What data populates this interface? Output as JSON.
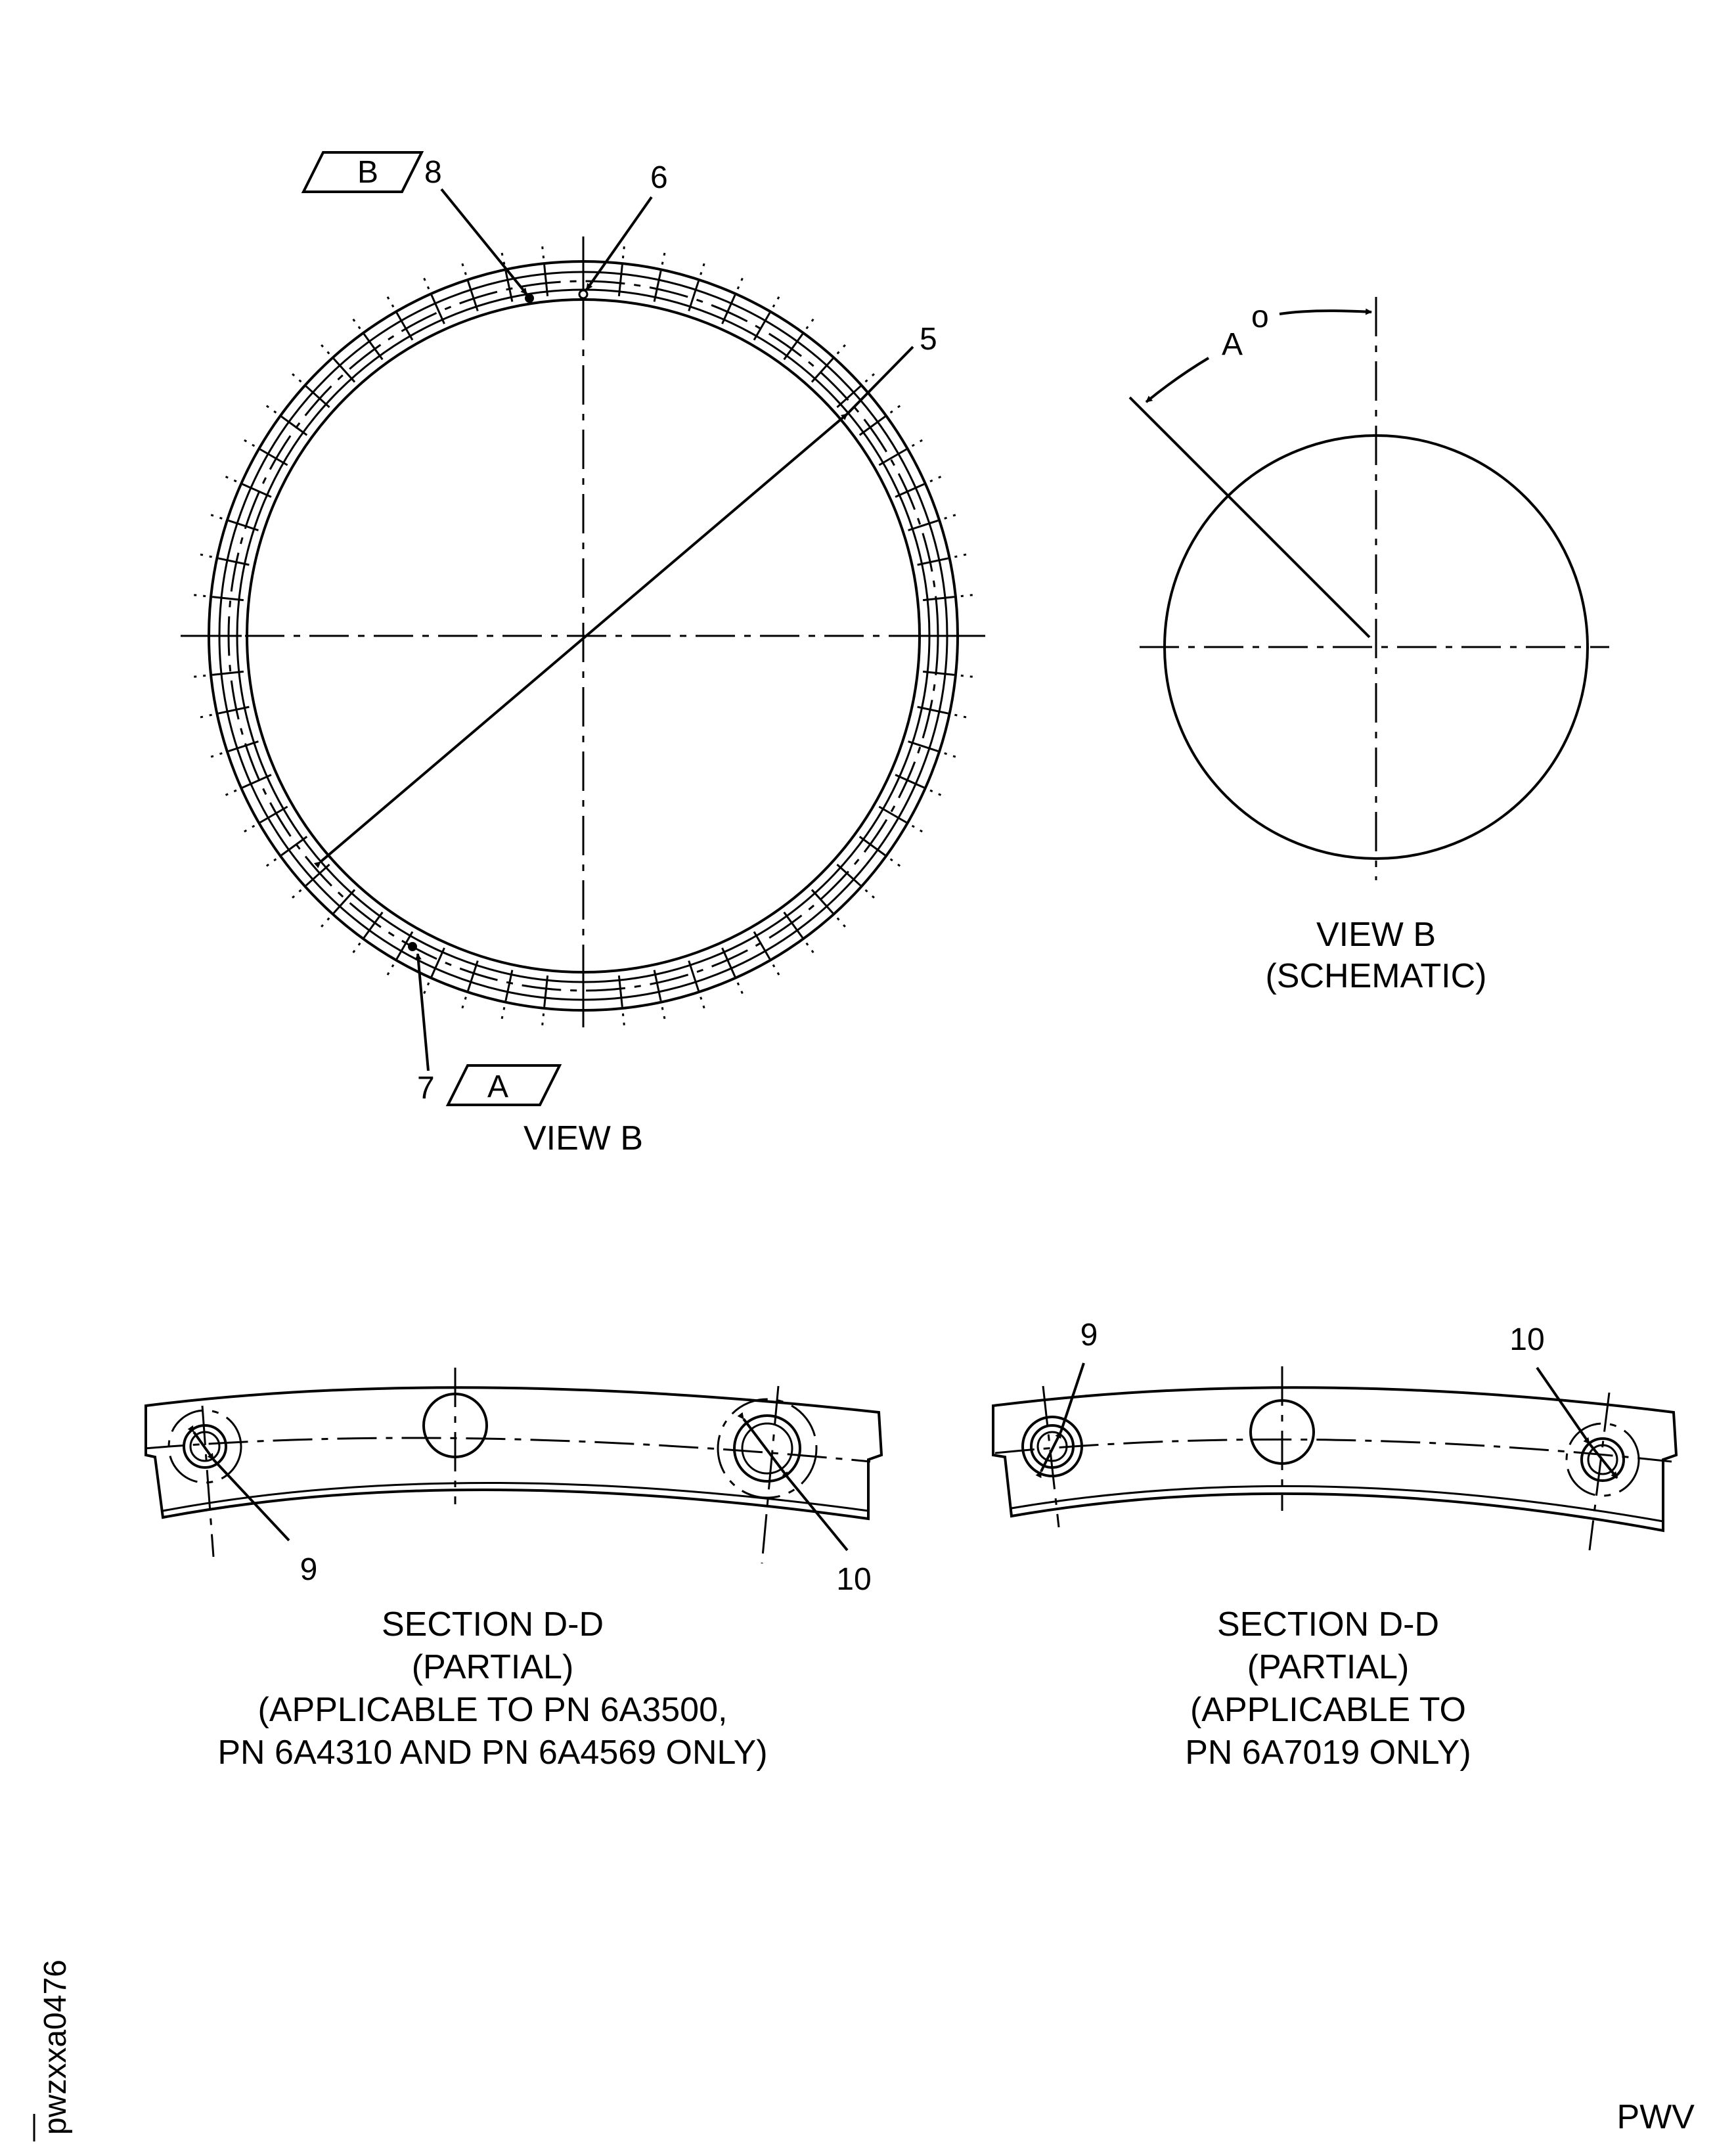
{
  "view_b_main": {
    "caption": "VIEW B",
    "callouts": {
      "c5": "5",
      "c6": "6",
      "c7": "7",
      "c8": "8"
    },
    "datum_a": "A",
    "datum_b": "B"
  },
  "view_b_schematic": {
    "caption_line1": "VIEW B",
    "caption_line2": "(SCHEMATIC)",
    "angle_label": "A",
    "degree_symbol": "o"
  },
  "section_left": {
    "line1": "SECTION D-D",
    "line2": "(PARTIAL)",
    "line3": "(APPLICABLE TO PN 6A3500,",
    "line4": "PN 6A4310 AND PN 6A4569 ONLY)",
    "callout_9": "9",
    "callout_10": "10"
  },
  "section_right": {
    "line1": "SECTION D-D",
    "line2": "(PARTIAL)",
    "line3": "(APPLICABLE TO",
    "line4": "PN 6A7019 ONLY)",
    "callout_9": "9",
    "callout_10": "10"
  },
  "side_id": "pwzxxa0476",
  "footer_code": "PWV"
}
